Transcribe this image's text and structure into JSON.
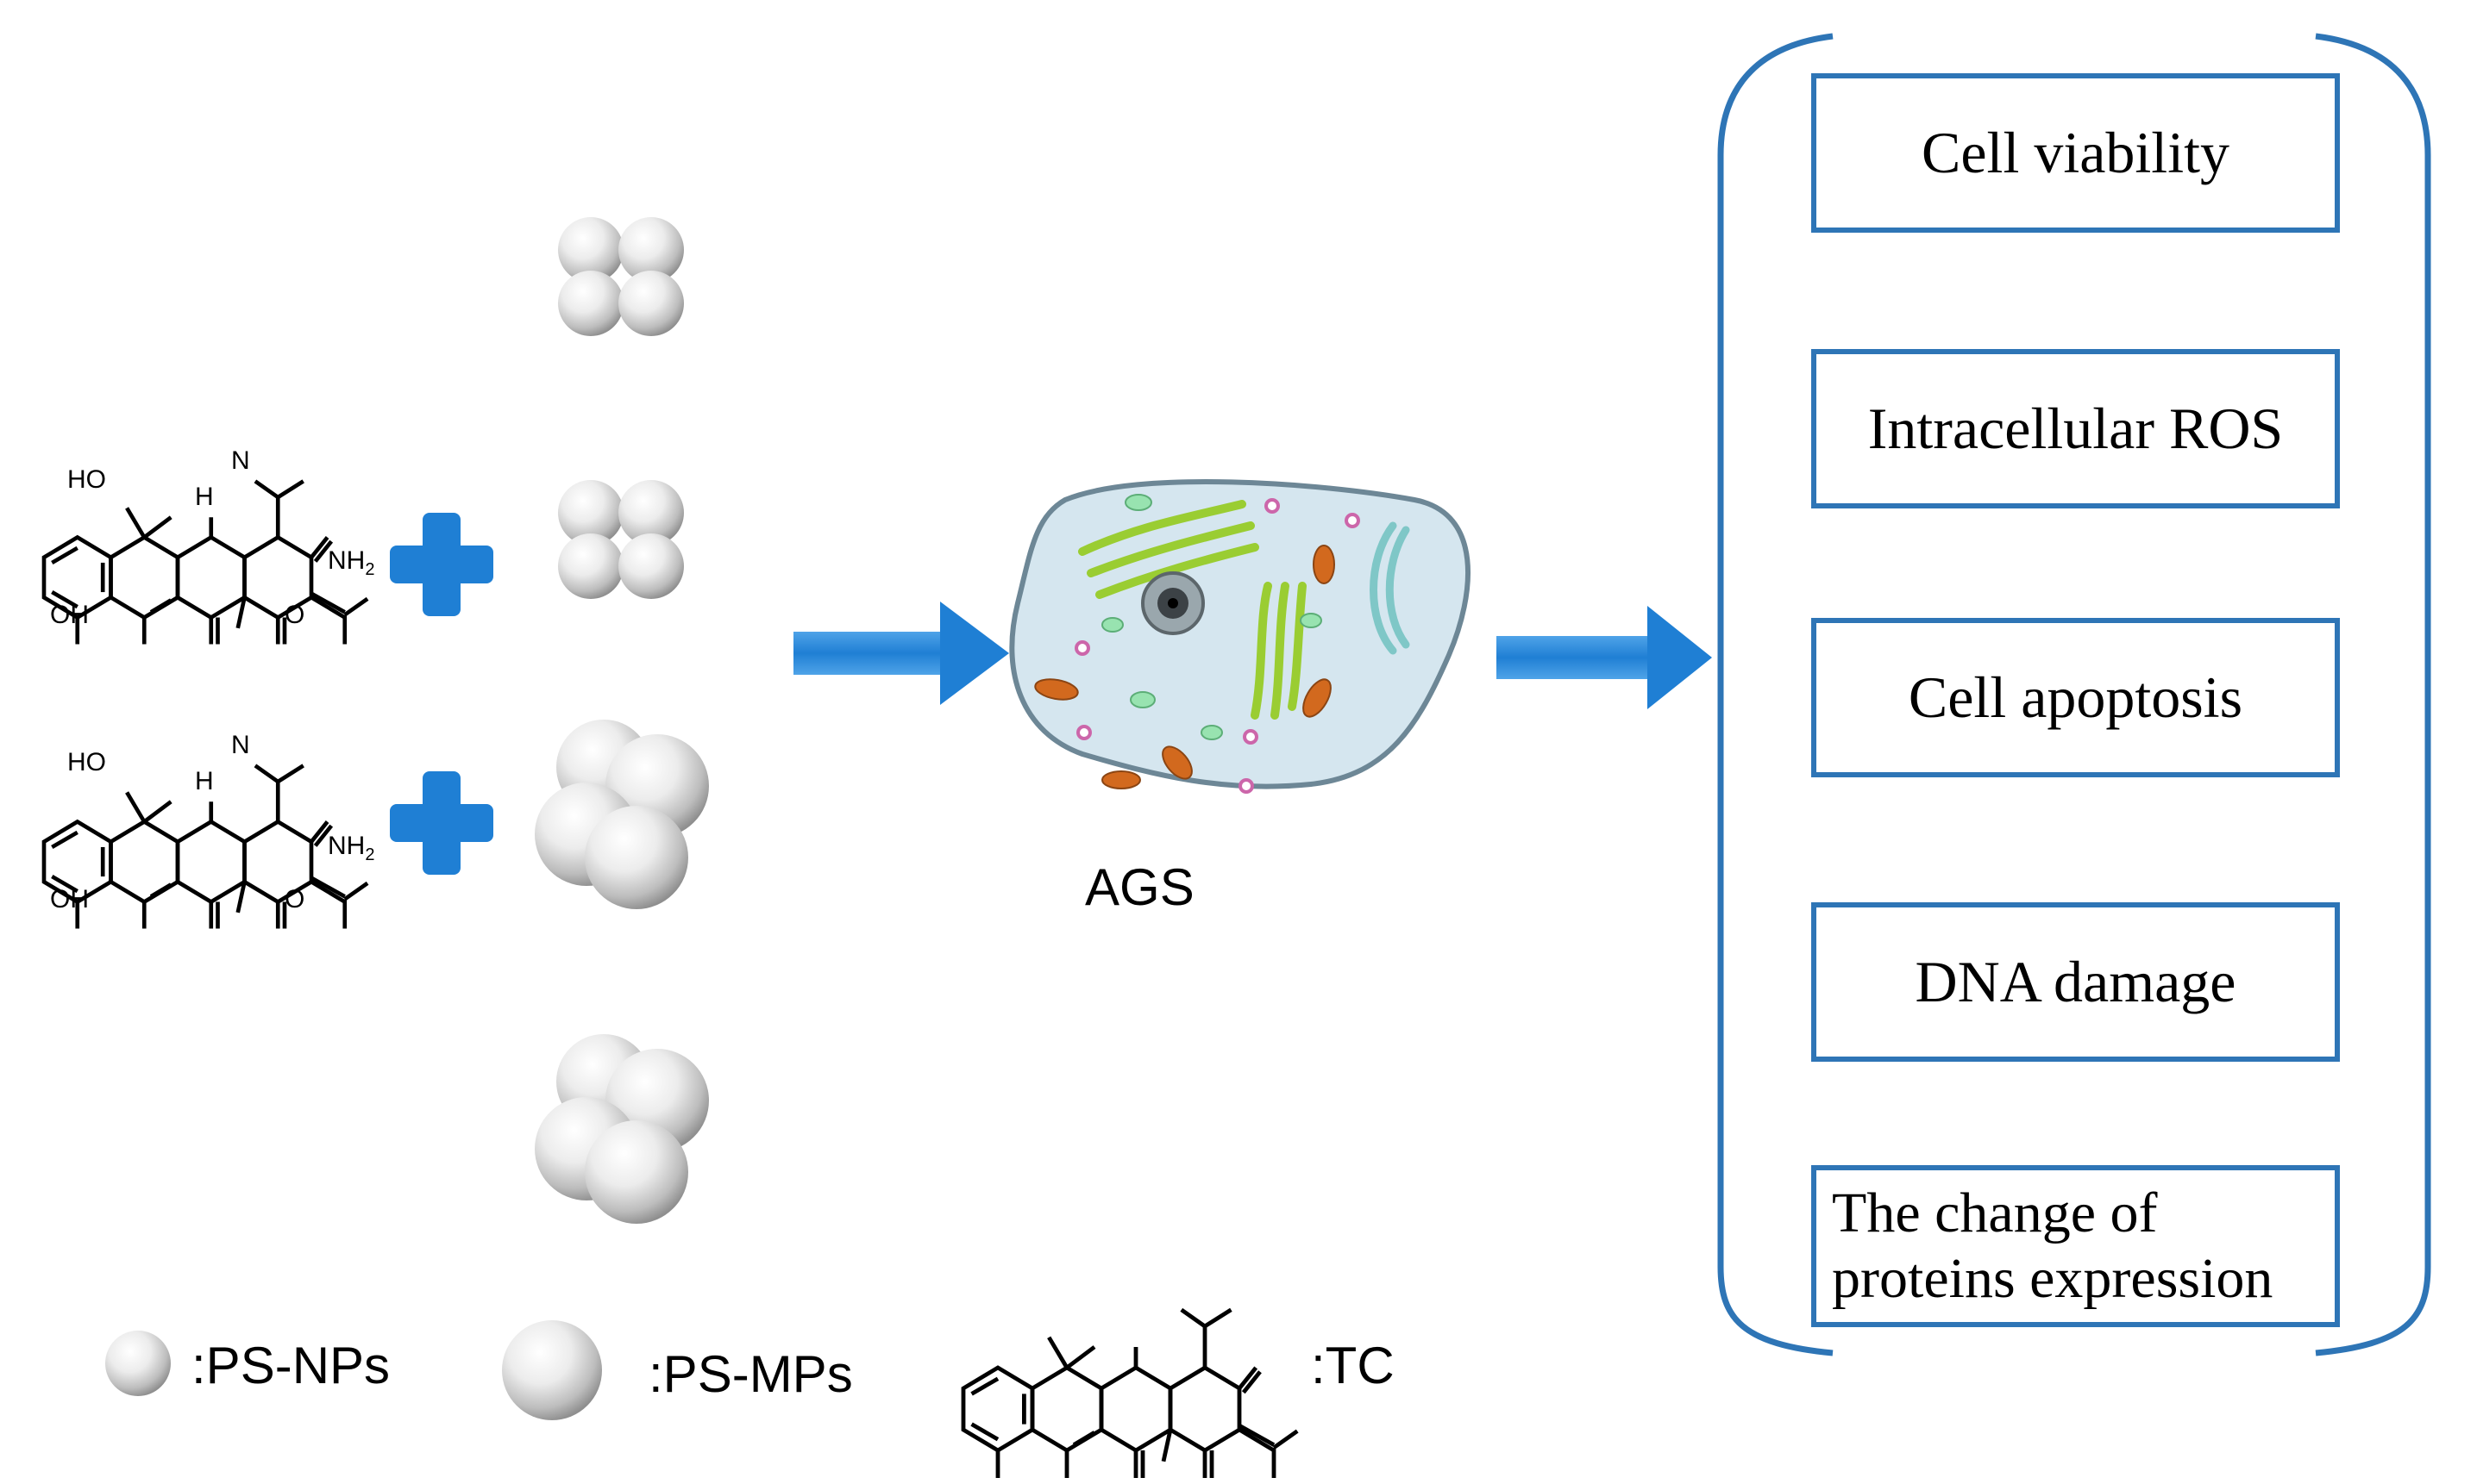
{
  "cell_label": "AGS",
  "outcomes": [
    "Cell viability",
    "Intracellular ROS",
    "Cell apoptosis",
    "DNA damage",
    "The change of proteins expression"
  ],
  "legend": {
    "nps": ":PS-NPs",
    "mps": ":PS-MPs",
    "tc": ":TC"
  },
  "molecule_atoms": {
    "ho": "HO",
    "n": "N",
    "h": "H",
    "nh2": "NH",
    "nh2_sub": "2",
    "oh": "OH",
    "o": "O"
  },
  "colors": {
    "accent": "#2E75B6",
    "arrow": "#2E8BD9",
    "cell_fill": "#D5E6EF"
  }
}
